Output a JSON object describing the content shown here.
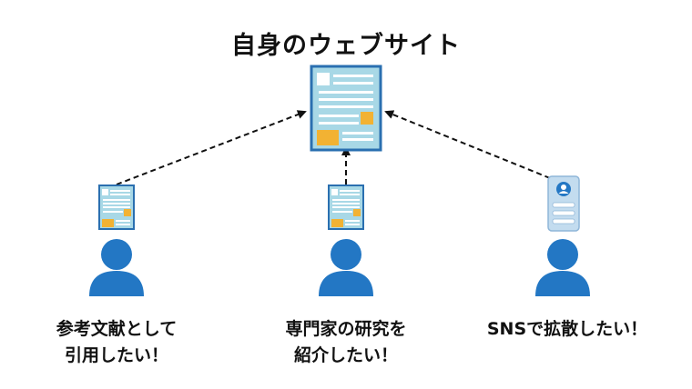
{
  "title": "自身のウェブサイト",
  "colors": {
    "page_fill": "#a8d8e6",
    "page_stroke": "#2a6fb0",
    "text_line": "#ffffff",
    "accent": "#f2b233",
    "person": "#2377c4",
    "card_fill": "#c3dcef",
    "card_stroke": "#8fb6d8",
    "arrow": "#111111"
  },
  "icons": {
    "website": "webpage-icon",
    "citing": "document-icon",
    "expert": "document-icon",
    "sns": "sns-profile-card-icon",
    "person": "person-icon"
  },
  "captions": {
    "citing": [
      "参考文献として",
      "引用したい！"
    ],
    "expert": [
      "専門家の研究を",
      "紹介したい！"
    ],
    "sns": [
      "SNSで拡散したい！"
    ]
  }
}
